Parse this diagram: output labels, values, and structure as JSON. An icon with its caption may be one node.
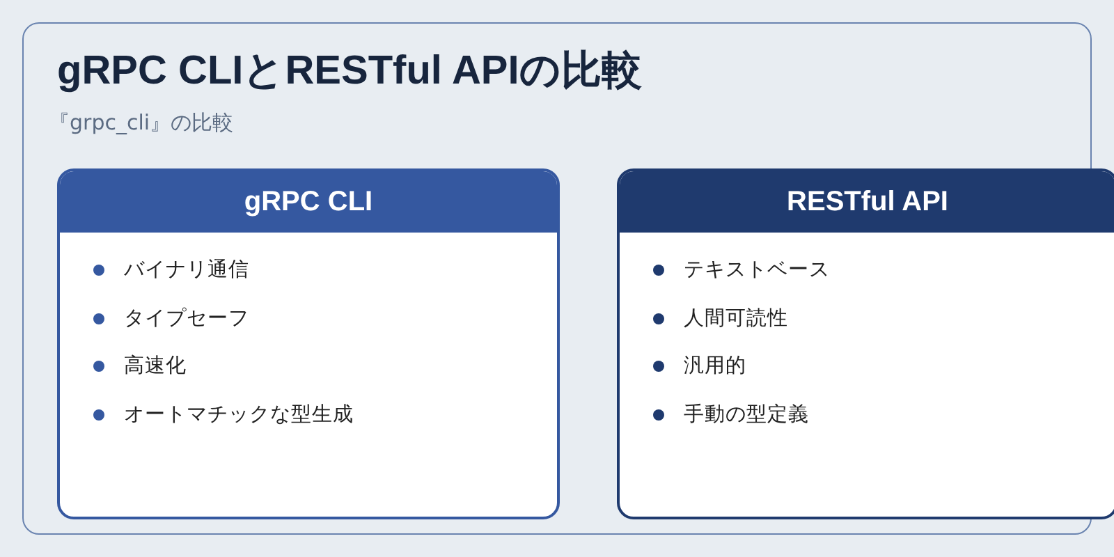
{
  "diagram": {
    "nodes": [
      {
        "text": [
          "gRPC CLIとRESTful APIの比較",
          "『grpc_cli』の比較"
        ]
      },
      {
        "text": [
          "gRPC CLI",
          "バイナリ通信",
          "タイプセーフ",
          "高速化",
          "オートマチックな型生成"
        ],
        "in": 0
      },
      {
        "text": [
          "RESTful API",
          "テキストベース",
          "人間可読性",
          "汎用的",
          "手動の型定義"
        ],
        "in": 0
      }
    ]
  }
}
